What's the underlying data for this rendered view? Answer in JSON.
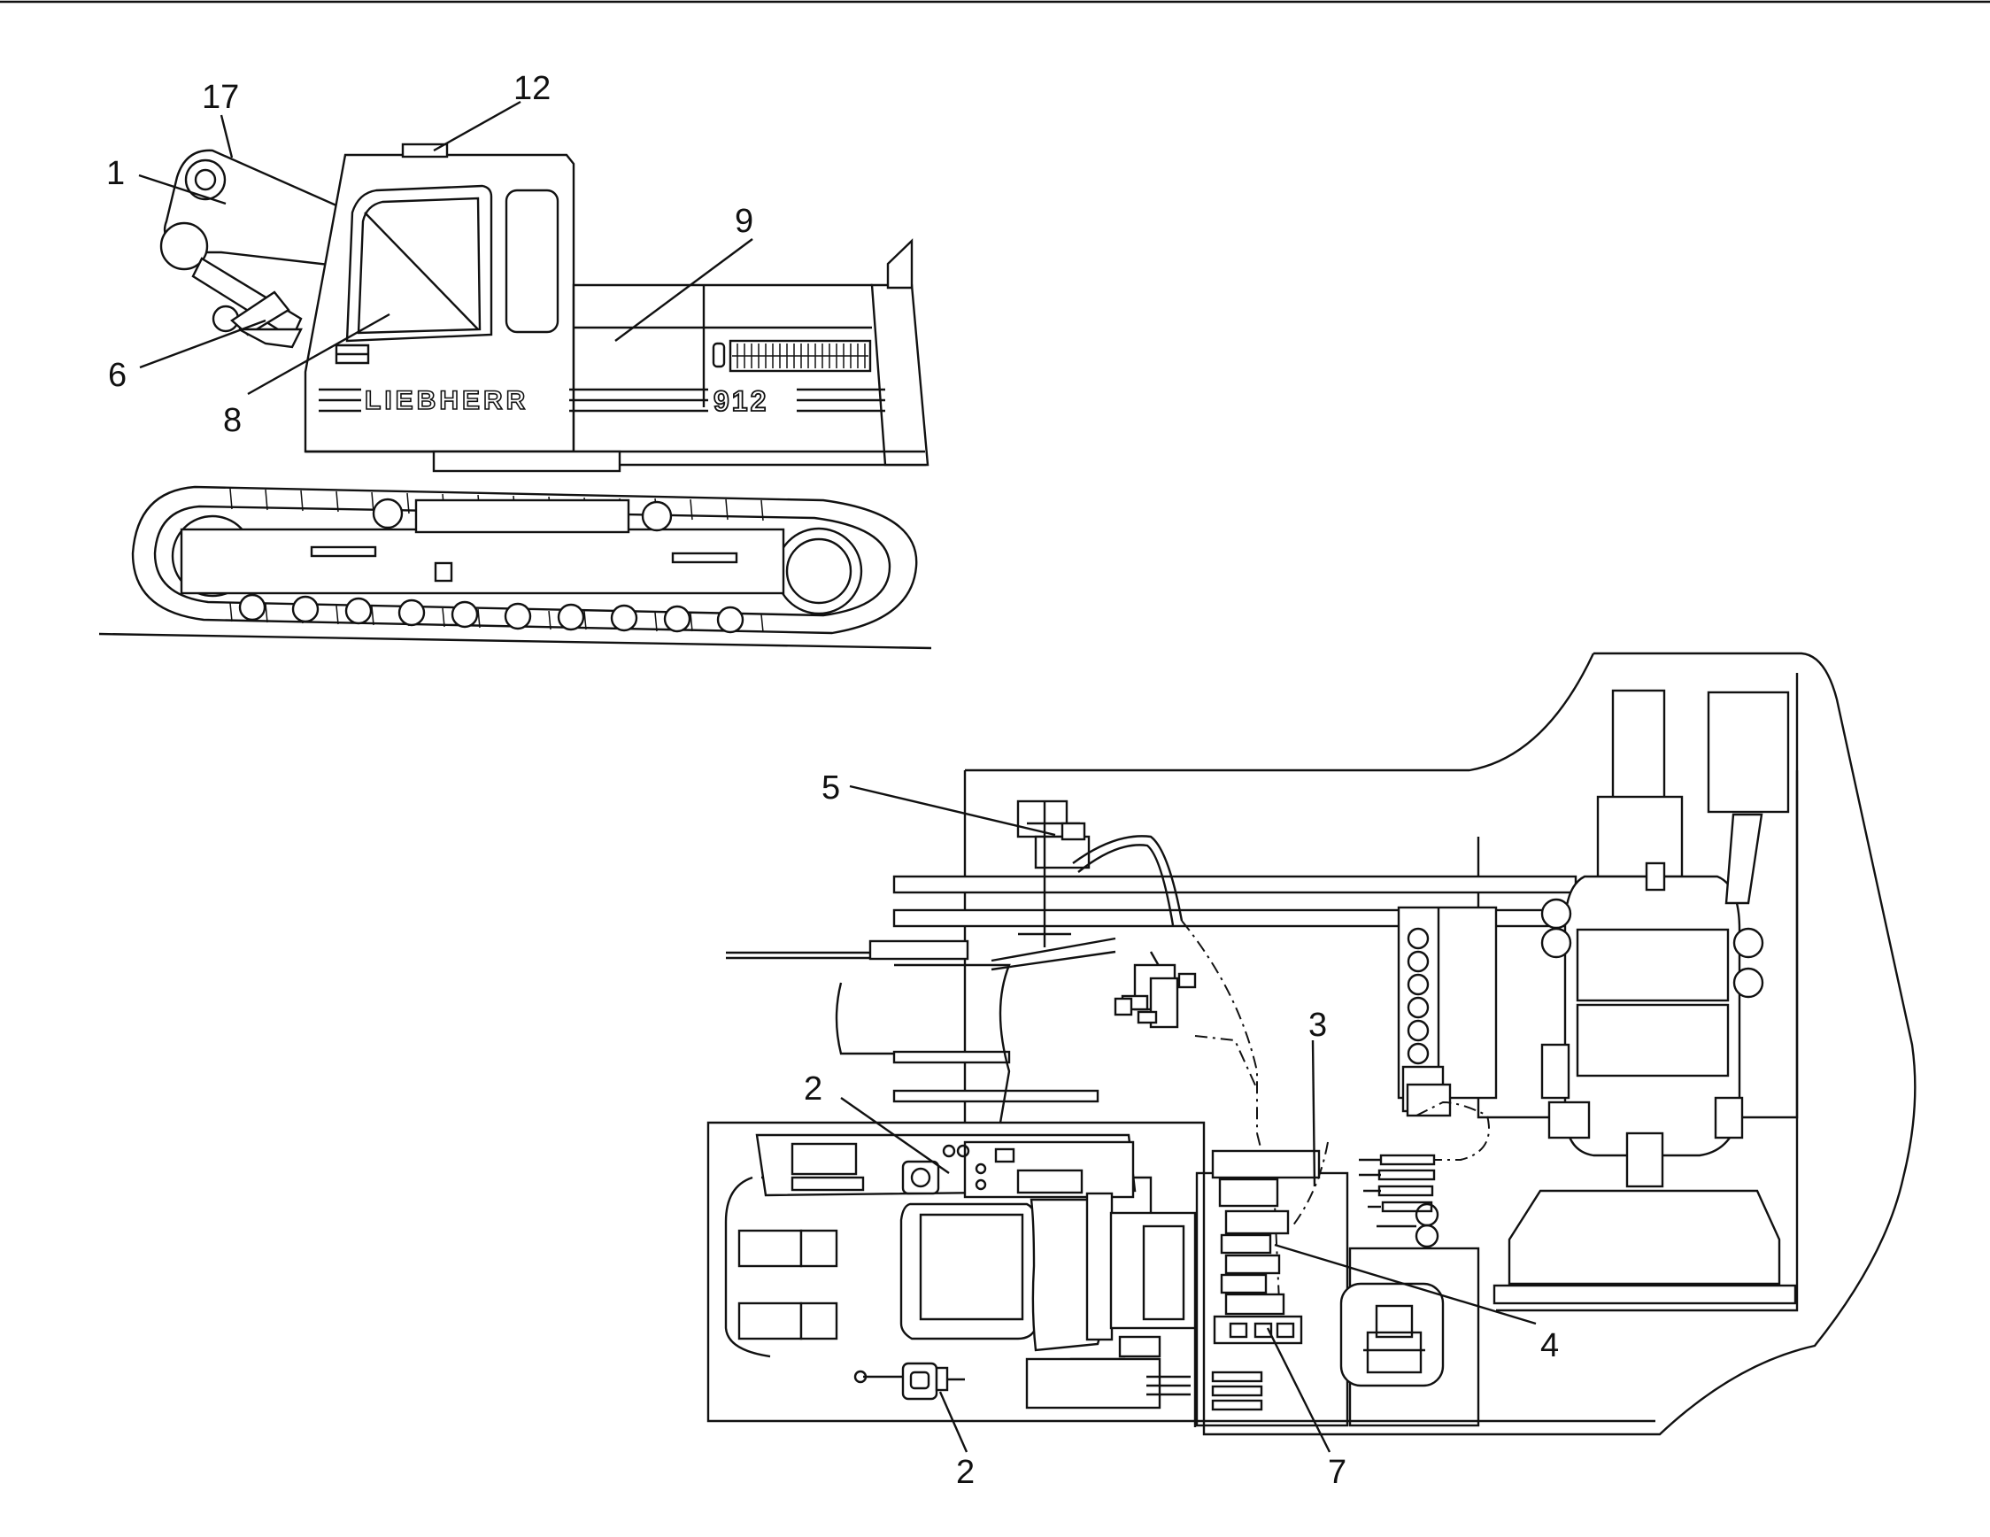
{
  "callouts": {
    "c1": "1",
    "c17": "17",
    "c12": "12",
    "c9": "9",
    "c6": "6",
    "c8": "8",
    "c5": "5",
    "c3": "3",
    "c2_top": "2",
    "c2_bottom": "2",
    "c4": "4",
    "c7": "7"
  },
  "machine": {
    "brand": "LIEBHERR",
    "model": "912"
  }
}
